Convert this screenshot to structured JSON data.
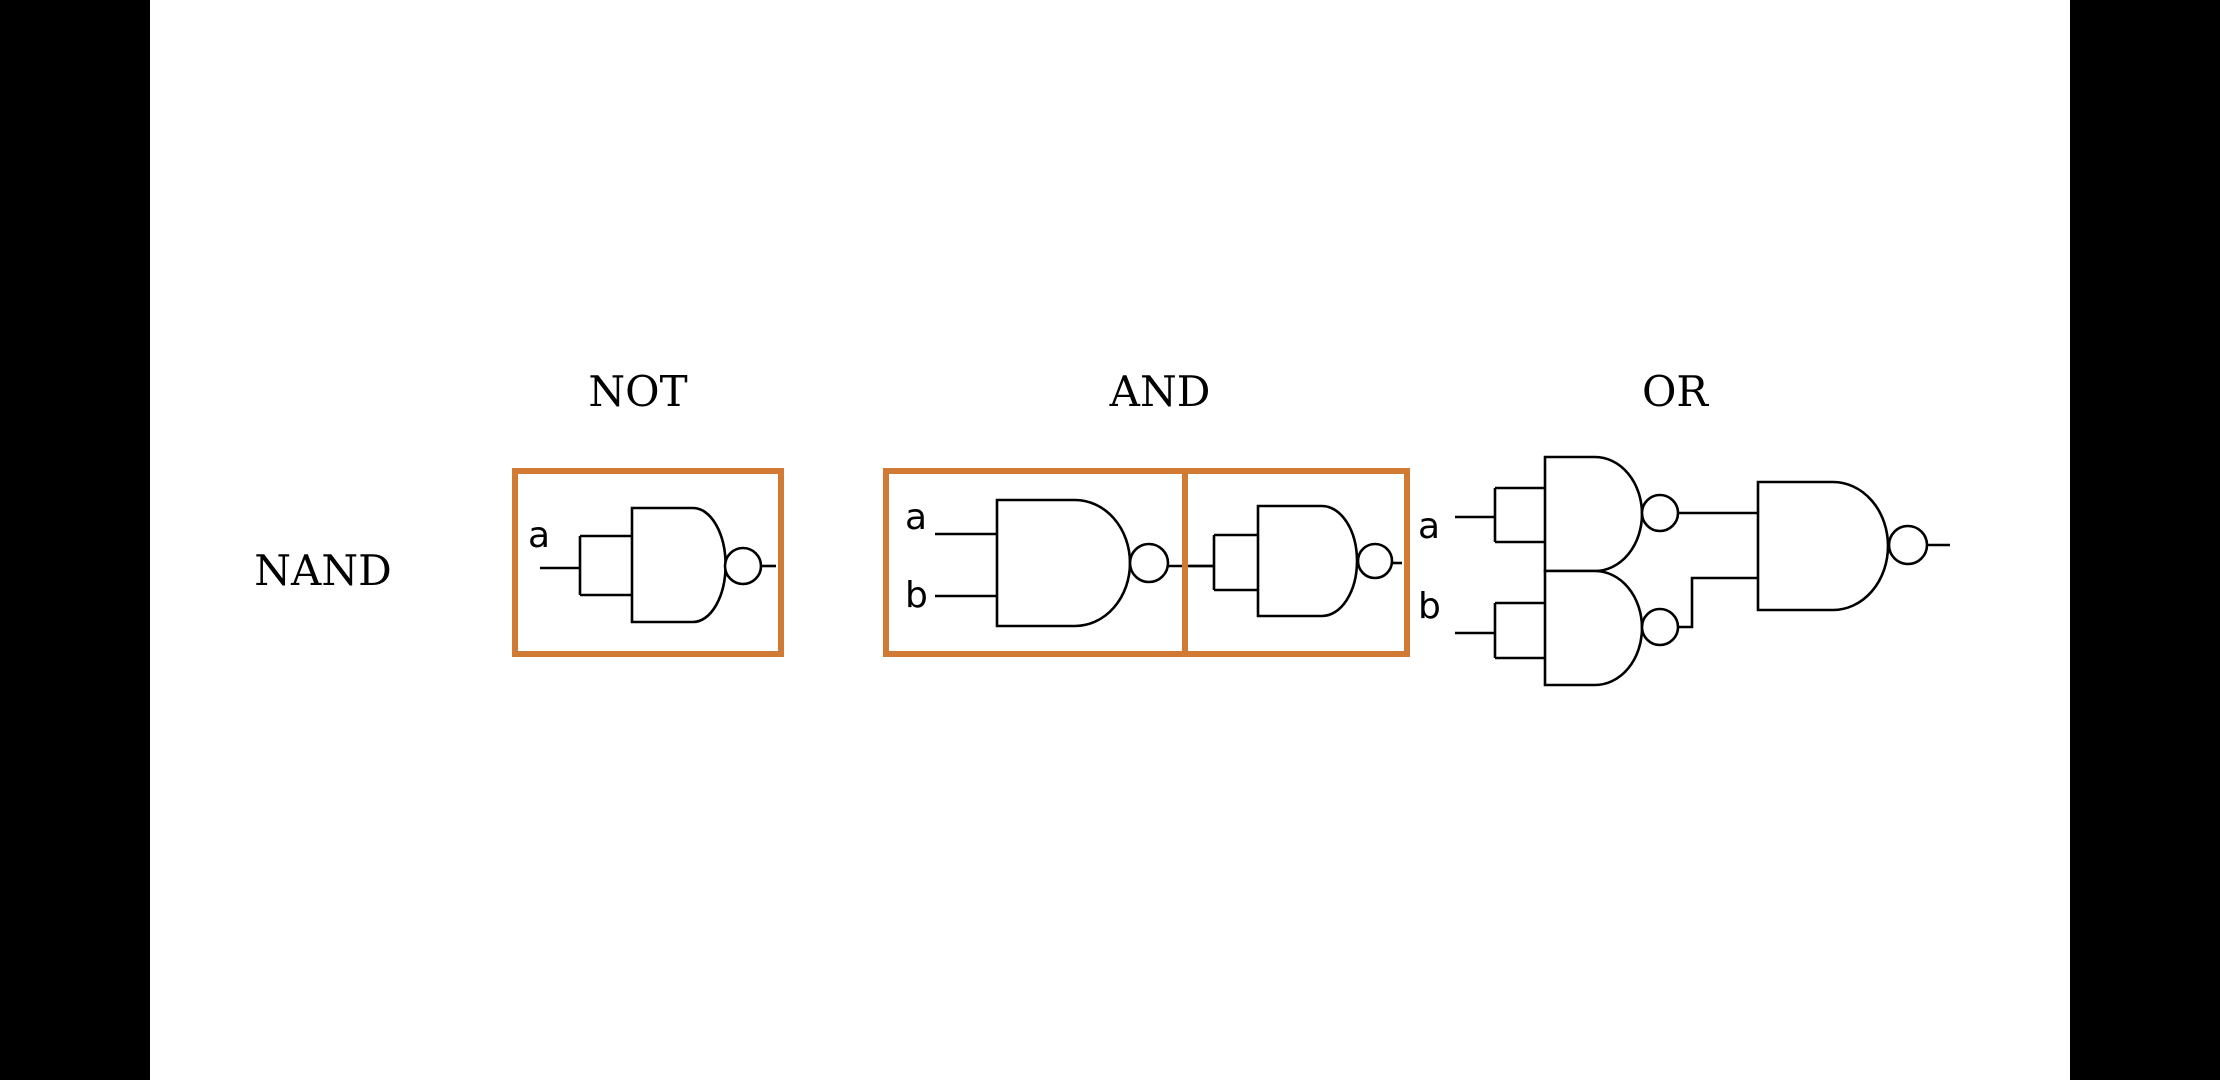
{
  "headings": {
    "nand": "NAND",
    "not": "NOT",
    "and": "AND",
    "or": "OR"
  },
  "pins": {
    "not_a": "a",
    "and_a": "a",
    "and_b": "b",
    "or_a": "a",
    "or_b": "b"
  },
  "colors": {
    "background": "#ffffff",
    "frame": "#000000",
    "highlight_box": "#d07a33",
    "line": "#000000"
  }
}
